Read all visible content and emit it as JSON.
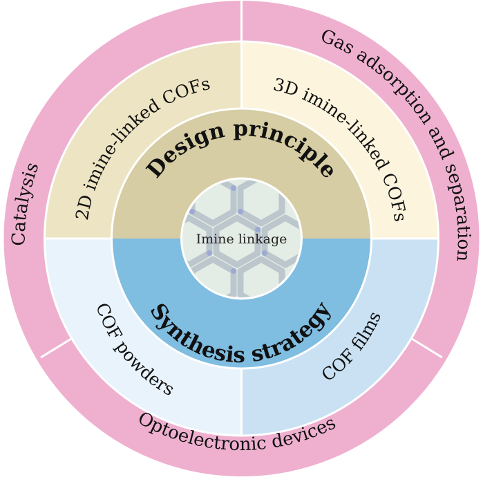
{
  "center": {
    "label": "Imine  linkage"
  },
  "inner_ring": {
    "top": "Design principle",
    "bottom": "Synthesis strategy"
  },
  "middle_ring": {
    "top_left": "2D imine-linked COFs",
    "top_right": "3D imine-linked COFs",
    "bottom_left": "COF  powders",
    "bottom_right": "COF  films"
  },
  "outer_ring": {
    "left": "Catalysis",
    "right": "Gas  adsorption and separation",
    "bottom": "Optoelectronic devices"
  },
  "colors": {
    "outer_ring": "#efb0cf",
    "middle_top_left": "#ede4c3",
    "middle_top_right": "#fcf4dd",
    "middle_bottom_left": "#e9f3fb",
    "middle_bottom_right": "#c9e1f3",
    "inner_top": "#d6cda4",
    "inner_bottom": "#7fbde1",
    "center": "#e4ece6"
  }
}
